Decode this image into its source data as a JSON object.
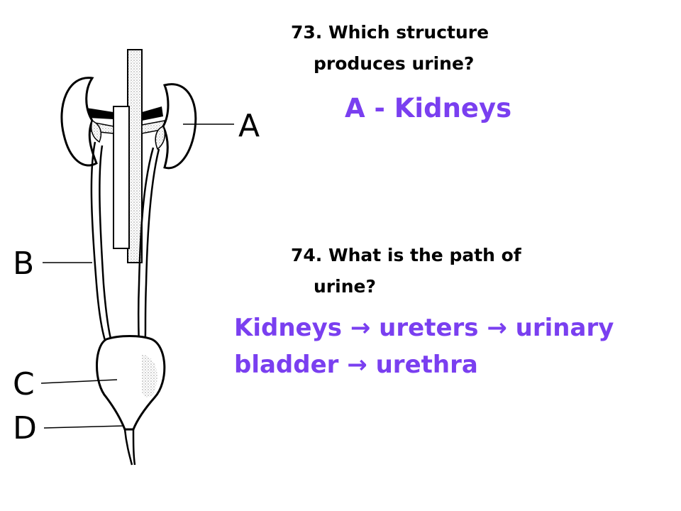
{
  "diagram": {
    "labels": [
      "A",
      "B",
      "C",
      "D"
    ]
  },
  "questions": [
    {
      "line1": "73. Which structure",
      "line2": "produces urine?"
    },
    {
      "line1": "74. What is the path of",
      "line2": "urine?"
    }
  ],
  "answers": {
    "q73": "A - Kidneys",
    "q74": {
      "line1": "Kidneys → ureters → urinary",
      "line2": "bladder → urethra"
    }
  },
  "colors": {
    "answer": "#7a3ff0",
    "question": "#000000",
    "diagram": "#000000"
  }
}
